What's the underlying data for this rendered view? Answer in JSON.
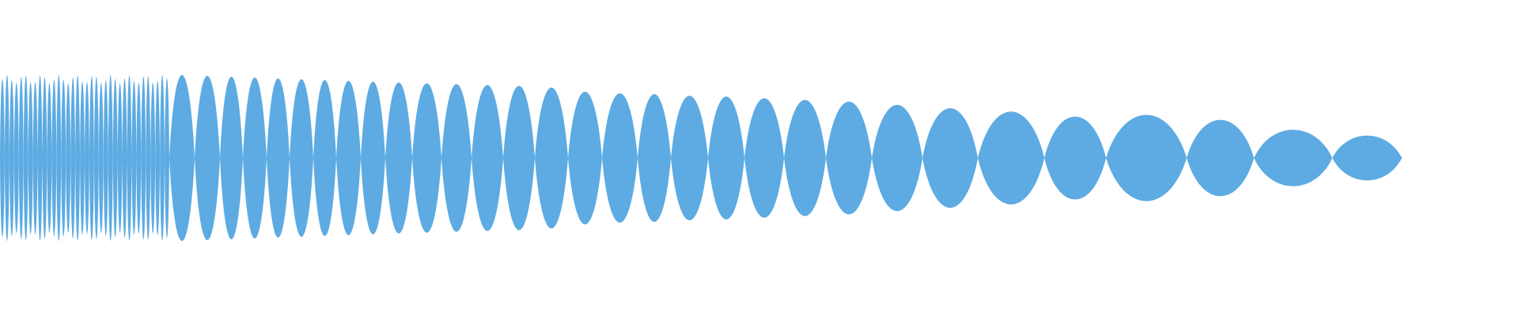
{
  "waveform": {
    "color": "#5DABE2",
    "background": "#FFFFFF",
    "lobes": [
      {
        "a": 1.0,
        "b": 1.0
      },
      {
        "a": 0.99,
        "b": 0.99
      },
      {
        "a": 0.98,
        "b": 0.98
      },
      {
        "a": 0.97,
        "b": 0.97
      },
      {
        "a": 0.96,
        "b": 0.96
      },
      {
        "a": 0.95,
        "b": 0.95
      },
      {
        "a": 0.94,
        "b": 0.94
      },
      {
        "a": 0.93,
        "b": 0.93
      },
      {
        "a": 0.92,
        "b": 0.92
      },
      {
        "a": 0.91,
        "b": 0.91
      },
      {
        "a": 0.9,
        "b": 0.9
      },
      {
        "a": 0.89,
        "b": 0.89
      },
      {
        "a": 0.88,
        "b": 0.88
      },
      {
        "a": 0.87,
        "b": 0.87
      },
      {
        "a": 0.85,
        "b": 0.85
      },
      {
        "a": 0.8,
        "b": 0.8
      },
      {
        "a": 0.78,
        "b": 0.78
      },
      {
        "a": 0.77,
        "b": 0.77
      },
      {
        "a": 0.75,
        "b": 0.75
      },
      {
        "a": 0.74,
        "b": 0.74
      },
      {
        "a": 0.72,
        "b": 0.72
      },
      {
        "a": 0.7,
        "b": 0.7
      },
      {
        "a": 0.68,
        "b": 0.68
      },
      {
        "a": 0.64,
        "b": 0.64
      },
      {
        "a": 0.6,
        "b": 0.6
      },
      {
        "a": 0.56,
        "b": 0.56
      },
      {
        "a": 0.5,
        "b": 0.5
      },
      {
        "a": 0.52,
        "b": 0.52
      },
      {
        "a": 0.46,
        "b": 0.46
      },
      {
        "a": 0.34,
        "b": 0.34
      },
      {
        "a": 0.27,
        "b": 0.27
      },
      {
        "a": 0.08,
        "b": 0.08
      },
      {
        "a": 0.01,
        "b": 0.01
      }
    ],
    "dense_section_cycles": 36
  }
}
